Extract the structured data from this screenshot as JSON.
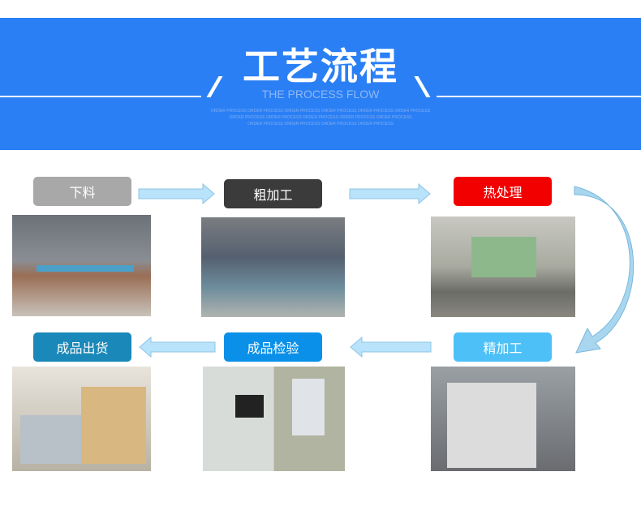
{
  "header": {
    "title": "工艺流程",
    "subtitle": "THE PROCESS FLOW",
    "bg_lines": [
      "ORDER PROCESS ORDER PROCESS ORDER PROCESS ORDER PROCESS ORDER PROCESS ORDER PROCESS",
      "ORDER PROCESS ORDER PROCESS ORDER PROCESS ORDER PROCESS ORDER PROCESS",
      "ORDER PROCESS ORDER PROCESS ORDER PROCESS ORDER PROCESS"
    ]
  },
  "steps": [
    {
      "label": "下料",
      "color": "#a8a8a8"
    },
    {
      "label": "粗加工",
      "color": "#3b3b3b"
    },
    {
      "label": "热处理",
      "color": "#f20000"
    },
    {
      "label": "精加工",
      "color": "#4cc0f7"
    },
    {
      "label": "成品检验",
      "color": "#0a90e8"
    },
    {
      "label": "成品出货",
      "color": "#1a88b8"
    }
  ]
}
